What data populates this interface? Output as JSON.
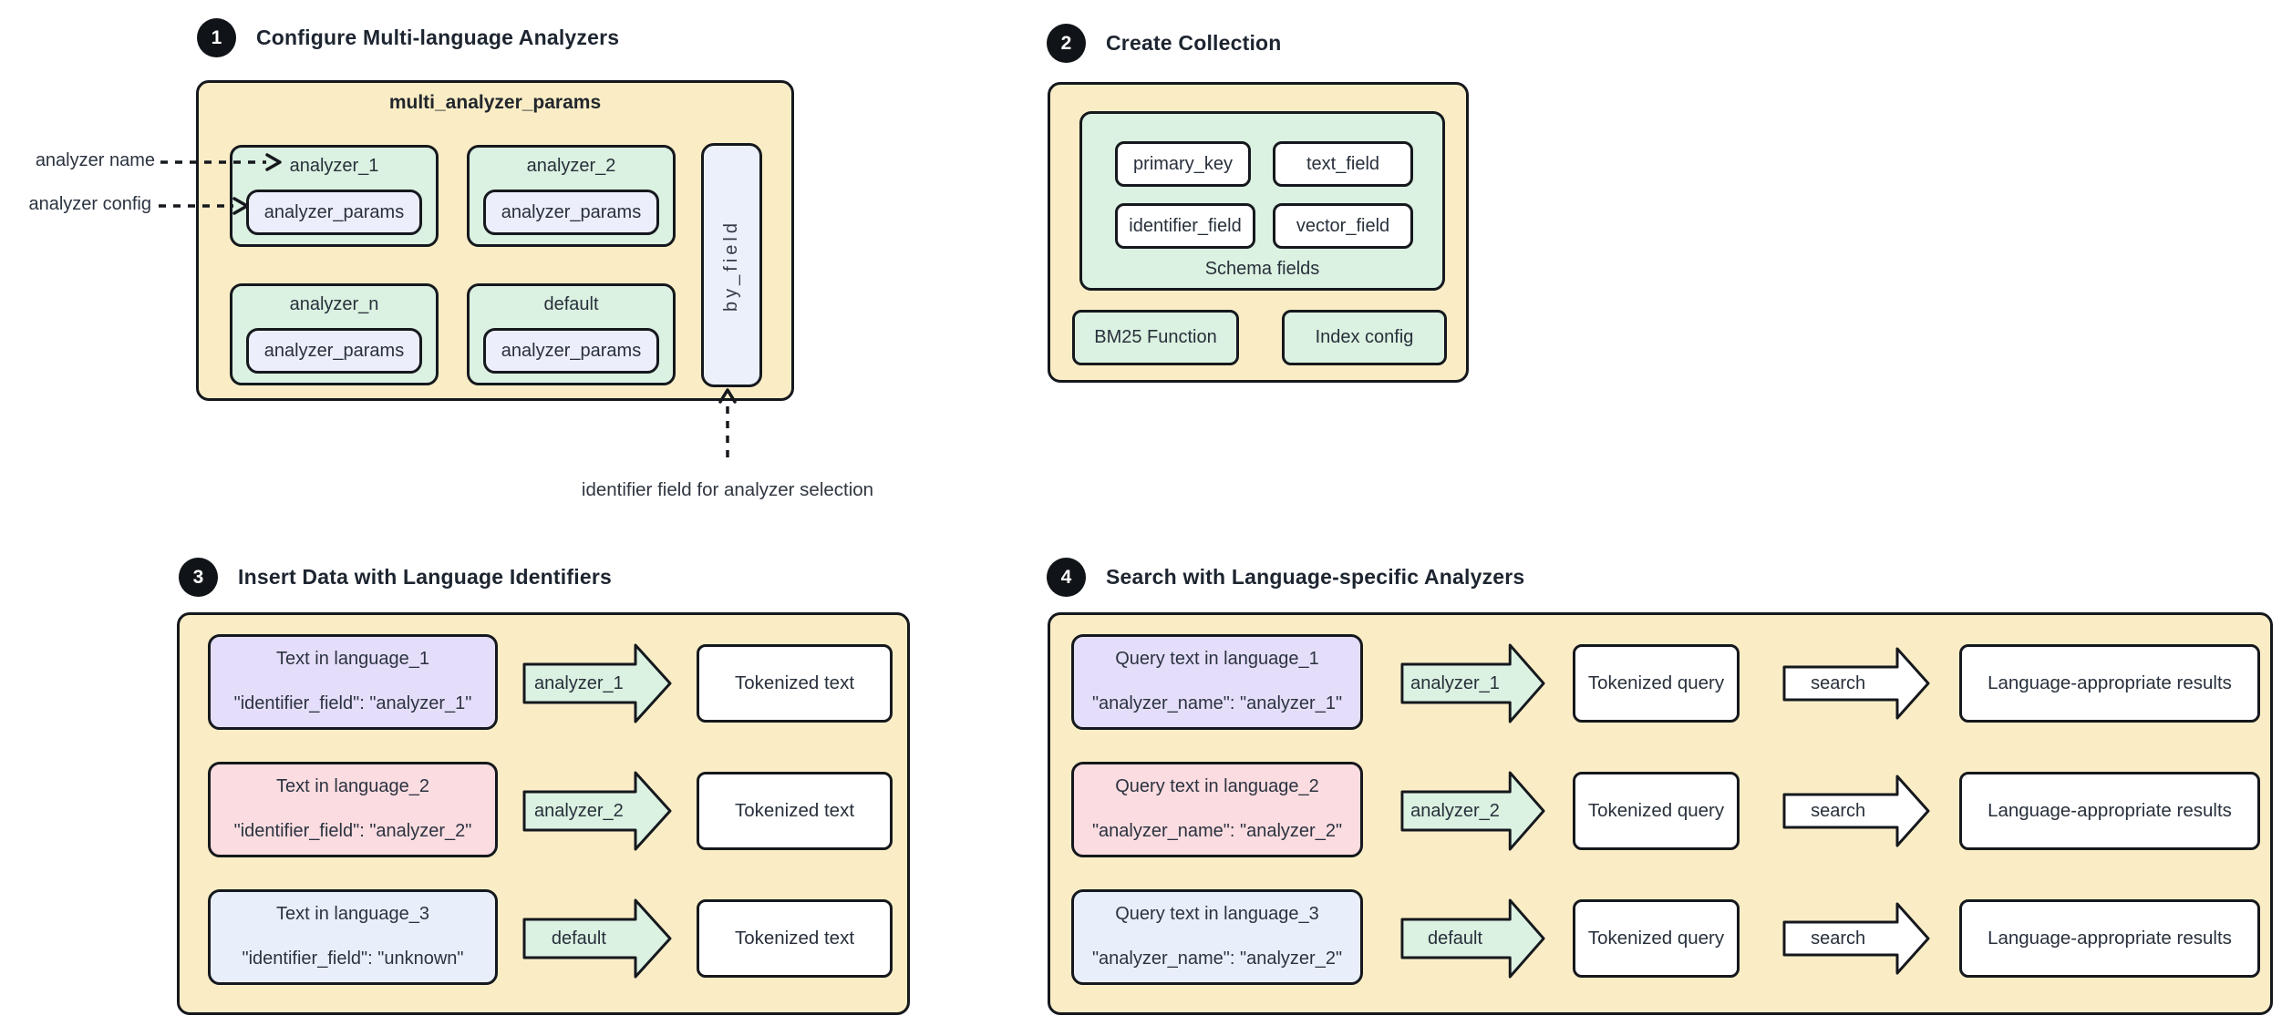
{
  "palette": {
    "panel_bg": "#FAEDC6",
    "green": "#DBF1E1",
    "lavender": "#ECEEFB",
    "purple": "#E5DEFA",
    "pink": "#FBDCE0",
    "blue": "#E9EFFA",
    "white": "#FFFFFF",
    "border": "#15181D",
    "step_circle": "#101418"
  },
  "headers": [
    {
      "num": "1",
      "title": "Configure Multi-language Analyzers"
    },
    {
      "num": "2",
      "title": "Create Collection"
    },
    {
      "num": "3",
      "title": "Insert Data with Language Identifiers"
    },
    {
      "num": "4",
      "title": "Search with Language-specific Analyzers"
    }
  ],
  "panel1": {
    "title": "multi_analyzer_params",
    "analyzers": [
      {
        "name": "analyzer_1",
        "params": "analyzer_params"
      },
      {
        "name": "analyzer_2",
        "params": "analyzer_params"
      },
      {
        "name": "analyzer_n",
        "params": "analyzer_params"
      },
      {
        "name": "default",
        "params": "analyzer_params"
      }
    ],
    "by_field_label": "by_field",
    "annotation_name": "analyzer name",
    "annotation_config": "analyzer config",
    "caption": "identifier field for analyzer selection"
  },
  "panel2": {
    "fields": [
      "primary_key",
      "text_field",
      "identifier_field",
      "vector_field"
    ],
    "schema_label": "Schema fields",
    "bm25_label": "BM25 Function",
    "index_label": "Index config"
  },
  "panel3": {
    "rows": [
      {
        "title": "Text in language_1",
        "code": "\"identifier_field\": \"analyzer_1\"",
        "arrow": "analyzer_1",
        "output": "Tokenized text"
      },
      {
        "title": "Text in language_2",
        "code": "\"identifier_field\": \"analyzer_2\"",
        "arrow": "analyzer_2",
        "output": "Tokenized text"
      },
      {
        "title": "Text in language_3",
        "code": "\"identifier_field\": \"unknown\"",
        "arrow": "default",
        "output": "Tokenized text"
      }
    ]
  },
  "panel4": {
    "rows": [
      {
        "title": "Query text in language_1",
        "code": "\"analyzer_name\": \"analyzer_1\"",
        "arrow": "analyzer_1",
        "tokenized": "Tokenized query",
        "search": "search",
        "result": "Language-appropriate results"
      },
      {
        "title": "Query text in language_2",
        "code": "\"analyzer_name\": \"analyzer_2\"",
        "arrow": "analyzer_2",
        "tokenized": "Tokenized query",
        "search": "search",
        "result": "Language-appropriate results"
      },
      {
        "title": "Query text in language_3",
        "code": "\"analyzer_name\": \"analyzer_2\"",
        "arrow": "default",
        "tokenized": "Tokenized query",
        "search": "search",
        "result": "Language-appropriate results"
      }
    ]
  }
}
